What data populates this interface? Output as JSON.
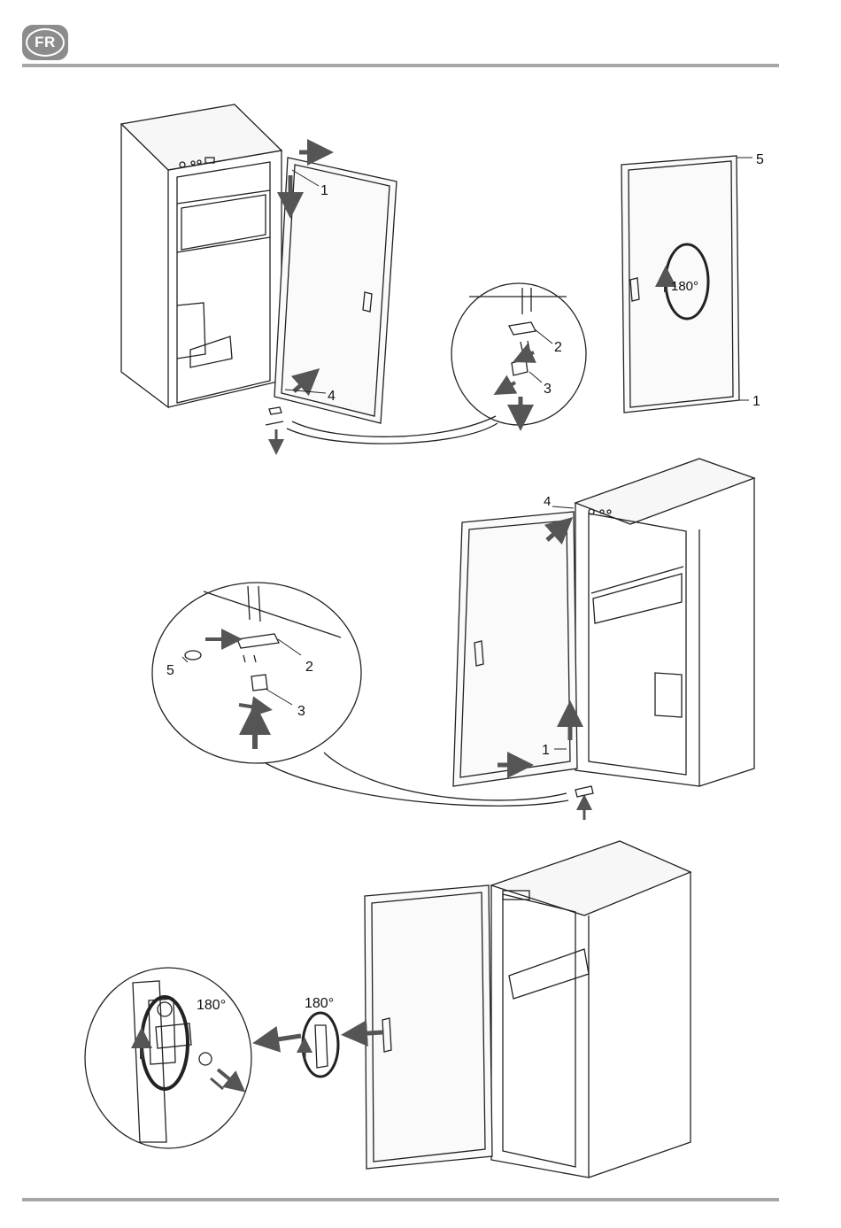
{
  "header": {
    "language_badge": "FR"
  },
  "figure1": {
    "label_1": "1",
    "label_4": "4",
    "label_2": "2",
    "label_3": "3"
  },
  "figure2": {
    "label_5": "5",
    "label_1": "1",
    "rotation": "180°"
  },
  "figure3": {
    "label_4": "4",
    "label_5": "5",
    "label_2": "2",
    "label_3": "3",
    "label_1": "1"
  },
  "figure4": {
    "rotation_detail": "180°",
    "rotation_handle": "180°"
  }
}
